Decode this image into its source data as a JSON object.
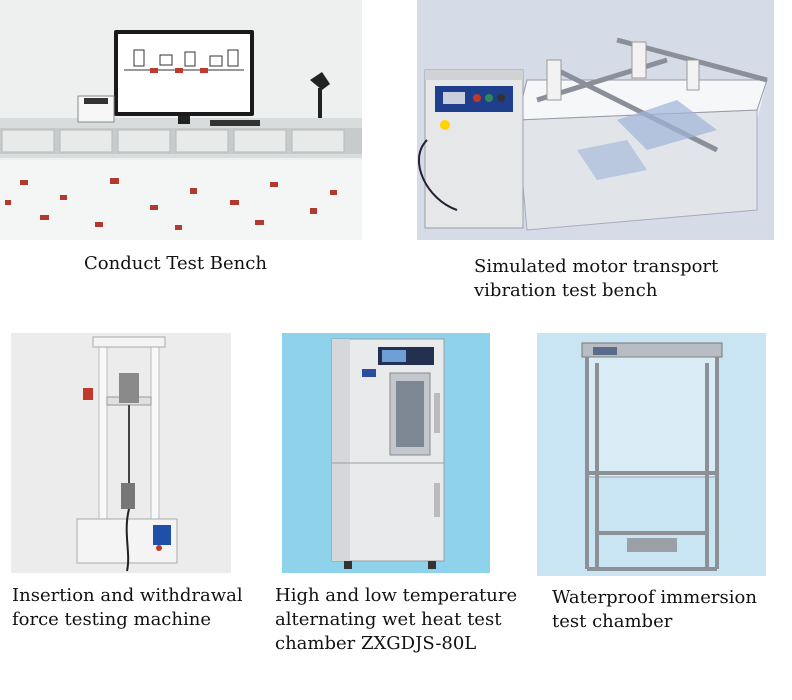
{
  "items": [
    {
      "caption": "Conduct Test Bench"
    },
    {
      "caption": "Simulated motor transport\nvibration test bench"
    },
    {
      "caption": "Insertion and withdrawal\nforce testing machine"
    },
    {
      "caption": "High and low temperature\nalternating wet heat test\nchamber ZXGDJS-80L"
    },
    {
      "caption": "Waterproof immersion\ntest chamber"
    }
  ]
}
